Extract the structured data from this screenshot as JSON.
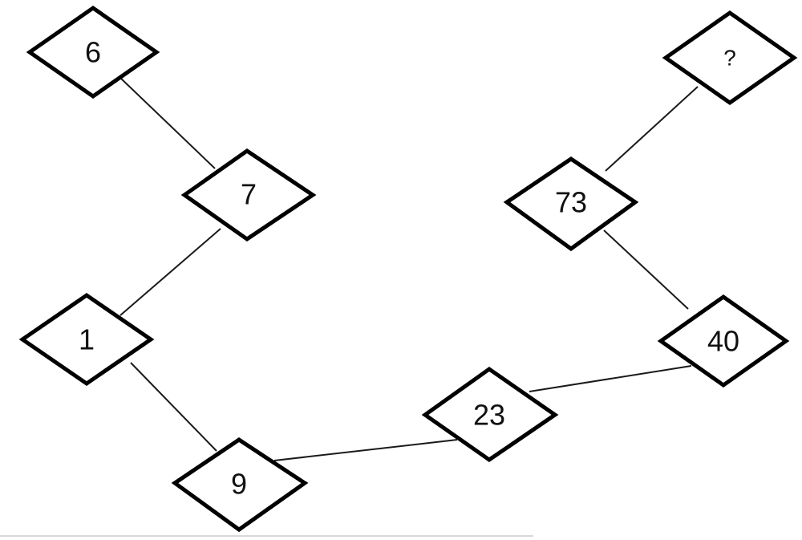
{
  "nodes": [
    {
      "id": "n6",
      "label": "6"
    },
    {
      "id": "n7",
      "label": "7"
    },
    {
      "id": "n1",
      "label": "1"
    },
    {
      "id": "n9",
      "label": "9"
    },
    {
      "id": "n23",
      "label": "23"
    },
    {
      "id": "n40",
      "label": "40"
    },
    {
      "id": "n73",
      "label": "73"
    },
    {
      "id": "nq",
      "label": "?"
    }
  ],
  "edges": [
    [
      "n6",
      "n7"
    ],
    [
      "n7",
      "n1"
    ],
    [
      "n1",
      "n9"
    ],
    [
      "n9",
      "n23"
    ],
    [
      "n23",
      "n40"
    ],
    [
      "n40",
      "n73"
    ],
    [
      "n73",
      "nq"
    ]
  ]
}
